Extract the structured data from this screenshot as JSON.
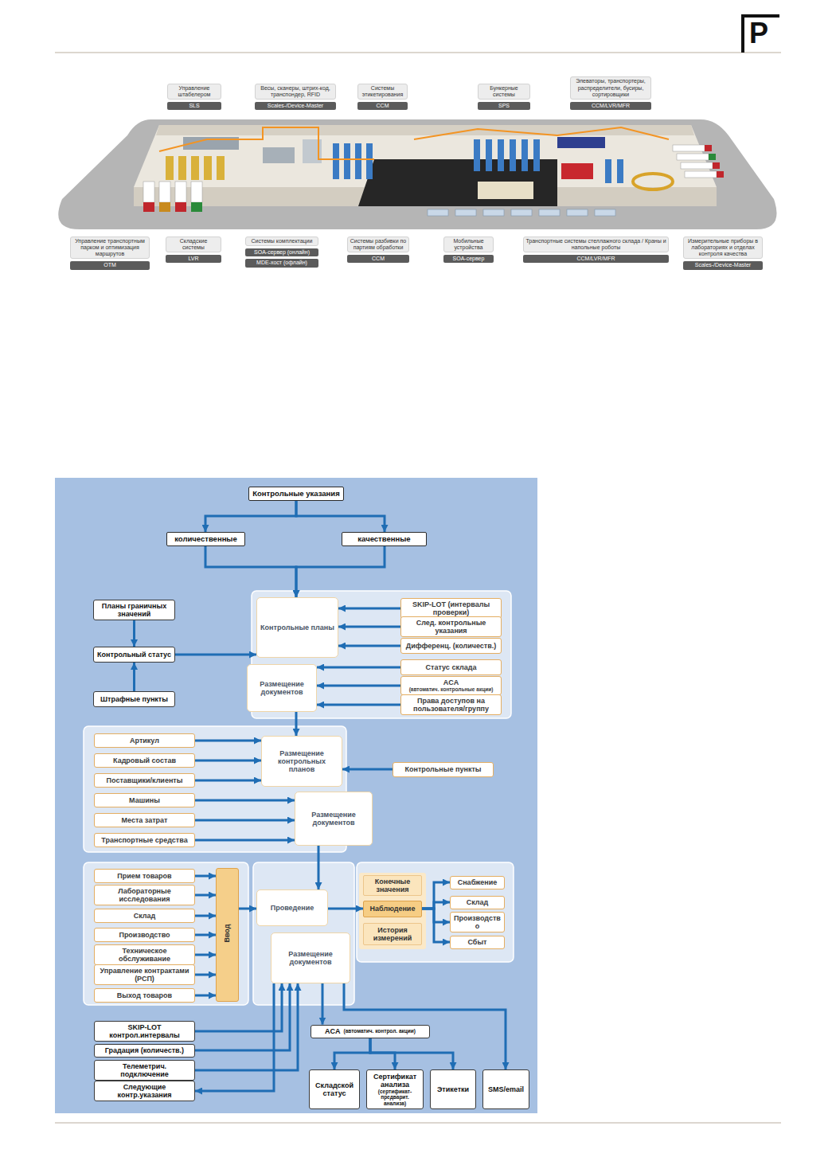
{
  "diagram": {
    "nodes": [
      {
        "text": [
          "Управление штабелером",
          "SLS"
        ]
      },
      {
        "text": [
          "Весы, сканеры, штрих-код, транспондер, RFID",
          "Scales-/Device-Master"
        ]
      },
      {
        "text": [
          "Системы этикетирования",
          "CCM"
        ]
      },
      {
        "text": [
          "Бункерные системы",
          "SPS"
        ]
      },
      {
        "text": [
          "Элеваторы, транспортеры, распределители, бусиры, сортировщики",
          "CCM/LVR/MFR"
        ]
      },
      {
        "text": [
          "Управление транспортным парком и оптимизация маршрутов",
          "OTM"
        ]
      },
      {
        "text": [
          "Складские системы",
          "LVR"
        ]
      },
      {
        "text": [
          "Системы комплектации",
          "SOA-сервер (онлайн)",
          "MDE-хост (офлайн)"
        ]
      },
      {
        "text": [
          "Системы разбивки по партиям обработки",
          "CCM"
        ]
      },
      {
        "text": [
          "Мобильные устройства",
          "SOA-сервер"
        ]
      },
      {
        "text": [
          "Транспортные системы стеллажного склада / Краны и напольные роботы",
          "CCM/LVR/MFR"
        ]
      },
      {
        "text": [
          "Измерительные приборы в лабораториях и отделах контроля качества",
          "Scales-/Device-Master"
        ]
      },
      {
        "text": [
          "Контрольные указания"
        ]
      },
      {
        "text": [
          "количественные"
        ]
      },
      {
        "text": [
          "качественные"
        ]
      },
      {
        "text": [
          "Планы граничных значений"
        ]
      },
      {
        "text": [
          "Контрольный статус"
        ]
      },
      {
        "text": [
          "Штрафные пункты"
        ]
      },
      {
        "text": [
          "Контрольные планы"
        ]
      },
      {
        "text": [
          "Размещение документов"
        ]
      },
      {
        "text": [
          "SKIP-LOT (интервалы проверки)"
        ]
      },
      {
        "text": [
          "След. контрольные указания"
        ]
      },
      {
        "text": [
          "Дифференц. (количеств.)"
        ]
      },
      {
        "text": [
          "Статус склада"
        ]
      },
      {
        "text": [
          "ACA",
          "(автоматич. контрольные акции)"
        ]
      },
      {
        "text": [
          "Права доступов на пользователя/группу"
        ]
      },
      {
        "text": [
          "Артикул"
        ]
      },
      {
        "text": [
          "Кадровый состав"
        ]
      },
      {
        "text": [
          "Поставщики/клиенты"
        ]
      },
      {
        "text": [
          "Машины"
        ]
      },
      {
        "text": [
          "Места затрат"
        ]
      },
      {
        "text": [
          "Транспортные средства"
        ]
      },
      {
        "text": [
          "Размещение контрольных планов"
        ]
      },
      {
        "text": [
          "Размещение документов"
        ]
      },
      {
        "text": [
          "Контрольные пункты"
        ]
      },
      {
        "text": [
          "Прием товаров"
        ]
      },
      {
        "text": [
          "Лабораторные исследования"
        ]
      },
      {
        "text": [
          "Склад"
        ]
      },
      {
        "text": [
          "Производство"
        ]
      },
      {
        "text": [
          "Техническое обслуживание"
        ]
      },
      {
        "text": [
          "Управление контрактами (РСП)"
        ]
      },
      {
        "text": [
          "Выход товаров"
        ]
      },
      {
        "text": [
          "Ввод"
        ]
      },
      {
        "text": [
          "Проведение"
        ]
      },
      {
        "text": [
          "Размещение документов"
        ]
      },
      {
        "text": [
          "Конечные значения"
        ]
      },
      {
        "text": [
          "Наблюдение"
        ]
      },
      {
        "text": [
          "История измерений"
        ]
      },
      {
        "text": [
          "Снабжение"
        ]
      },
      {
        "text": [
          "Склад"
        ]
      },
      {
        "text": [
          "Производство"
        ]
      },
      {
        "text": [
          "Сбыт"
        ]
      },
      {
        "text": [
          "SKIP-LOT контрол.интервалы"
        ]
      },
      {
        "text": [
          "Градация (количеств.)"
        ]
      },
      {
        "text": [
          "Телеметрич. подключение"
        ]
      },
      {
        "text": [
          "Следующие контр.указания"
        ]
      },
      {
        "text": [
          "ACA",
          "(автоматич. контрол. акции)"
        ]
      },
      {
        "text": [
          "Складской статус"
        ]
      },
      {
        "text": [
          "Сертификат анализа",
          "(сертификат-предварит. анализа)"
        ]
      },
      {
        "text": [
          "Этикетки"
        ]
      },
      {
        "text": [
          "SMS/email"
        ]
      }
    ],
    "edges": [
      {
        "from": 12,
        "to": 13,
        "arrow": "to"
      },
      {
        "from": 12,
        "to": 14,
        "arrow": "to"
      },
      {
        "from": 13,
        "to": 18,
        "arrow": "to"
      },
      {
        "from": 14,
        "to": 18,
        "arrow": "to"
      },
      {
        "from": 15,
        "to": 16,
        "arrow": "to"
      },
      {
        "from": 17,
        "to": 16,
        "arrow": "to"
      },
      {
        "from": 16,
        "to": 18,
        "arrow": "to"
      },
      {
        "from": 20,
        "to": 18,
        "arrow": "to"
      },
      {
        "from": 21,
        "to": 18,
        "arrow": "to"
      },
      {
        "from": 22,
        "to": 18,
        "arrow": "to"
      },
      {
        "from": 23,
        "to": 19,
        "arrow": "to"
      },
      {
        "from": 24,
        "to": 19,
        "arrow": "to"
      },
      {
        "from": 25,
        "to": 19,
        "arrow": "to"
      },
      {
        "from": 19,
        "to": 32,
        "arrow": "to"
      },
      {
        "from": 26,
        "to": 32,
        "arrow": "to"
      },
      {
        "from": 27,
        "to": 32,
        "arrow": "to"
      },
      {
        "from": 28,
        "to": 32,
        "arrow": "to"
      },
      {
        "from": 29,
        "to": 33,
        "arrow": "to"
      },
      {
        "from": 30,
        "to": 33,
        "arrow": "to"
      },
      {
        "from": 31,
        "to": 33,
        "arrow": "to"
      },
      {
        "from": 34,
        "to": 32,
        "arrow": "to"
      },
      {
        "from": 33,
        "to": 43,
        "arrow": "to"
      },
      {
        "from": 35,
        "to": 42,
        "arrow": "to"
      },
      {
        "from": 36,
        "to": 42,
        "arrow": "to"
      },
      {
        "from": 37,
        "to": 42,
        "arrow": "to"
      },
      {
        "from": 38,
        "to": 42,
        "arrow": "to"
      },
      {
        "from": 39,
        "to": 42,
        "arrow": "to"
      },
      {
        "from": 40,
        "to": 42,
        "arrow": "to"
      },
      {
        "from": 41,
        "to": 42,
        "arrow": "to"
      },
      {
        "from": 42,
        "to": 43,
        "arrow": "to"
      },
      {
        "from": 43,
        "to": 46,
        "arrow": "to"
      },
      {
        "from": 46,
        "to": 48,
        "arrow": "to"
      },
      {
        "from": 46,
        "to": 49,
        "arrow": "to"
      },
      {
        "from": 46,
        "to": 50,
        "arrow": "to"
      },
      {
        "from": 46,
        "to": 51,
        "arrow": "to"
      },
      {
        "from": 52,
        "to": 44,
        "arrow": "to"
      },
      {
        "from": 53,
        "to": 44,
        "arrow": "to"
      },
      {
        "from": 54,
        "to": 44,
        "arrow": "to"
      },
      {
        "from": 44,
        "to": 55,
        "arrow": "to"
      },
      {
        "from": 44,
        "to": 56,
        "arrow": "to"
      },
      {
        "from": 44,
        "to": 60,
        "arrow": "to"
      },
      {
        "from": 56,
        "to": 57,
        "arrow": "to"
      },
      {
        "from": 56,
        "to": 58,
        "arrow": "to"
      },
      {
        "from": 56,
        "to": 59,
        "arrow": "to"
      }
    ],
    "labels": [
      "P"
    ]
  }
}
